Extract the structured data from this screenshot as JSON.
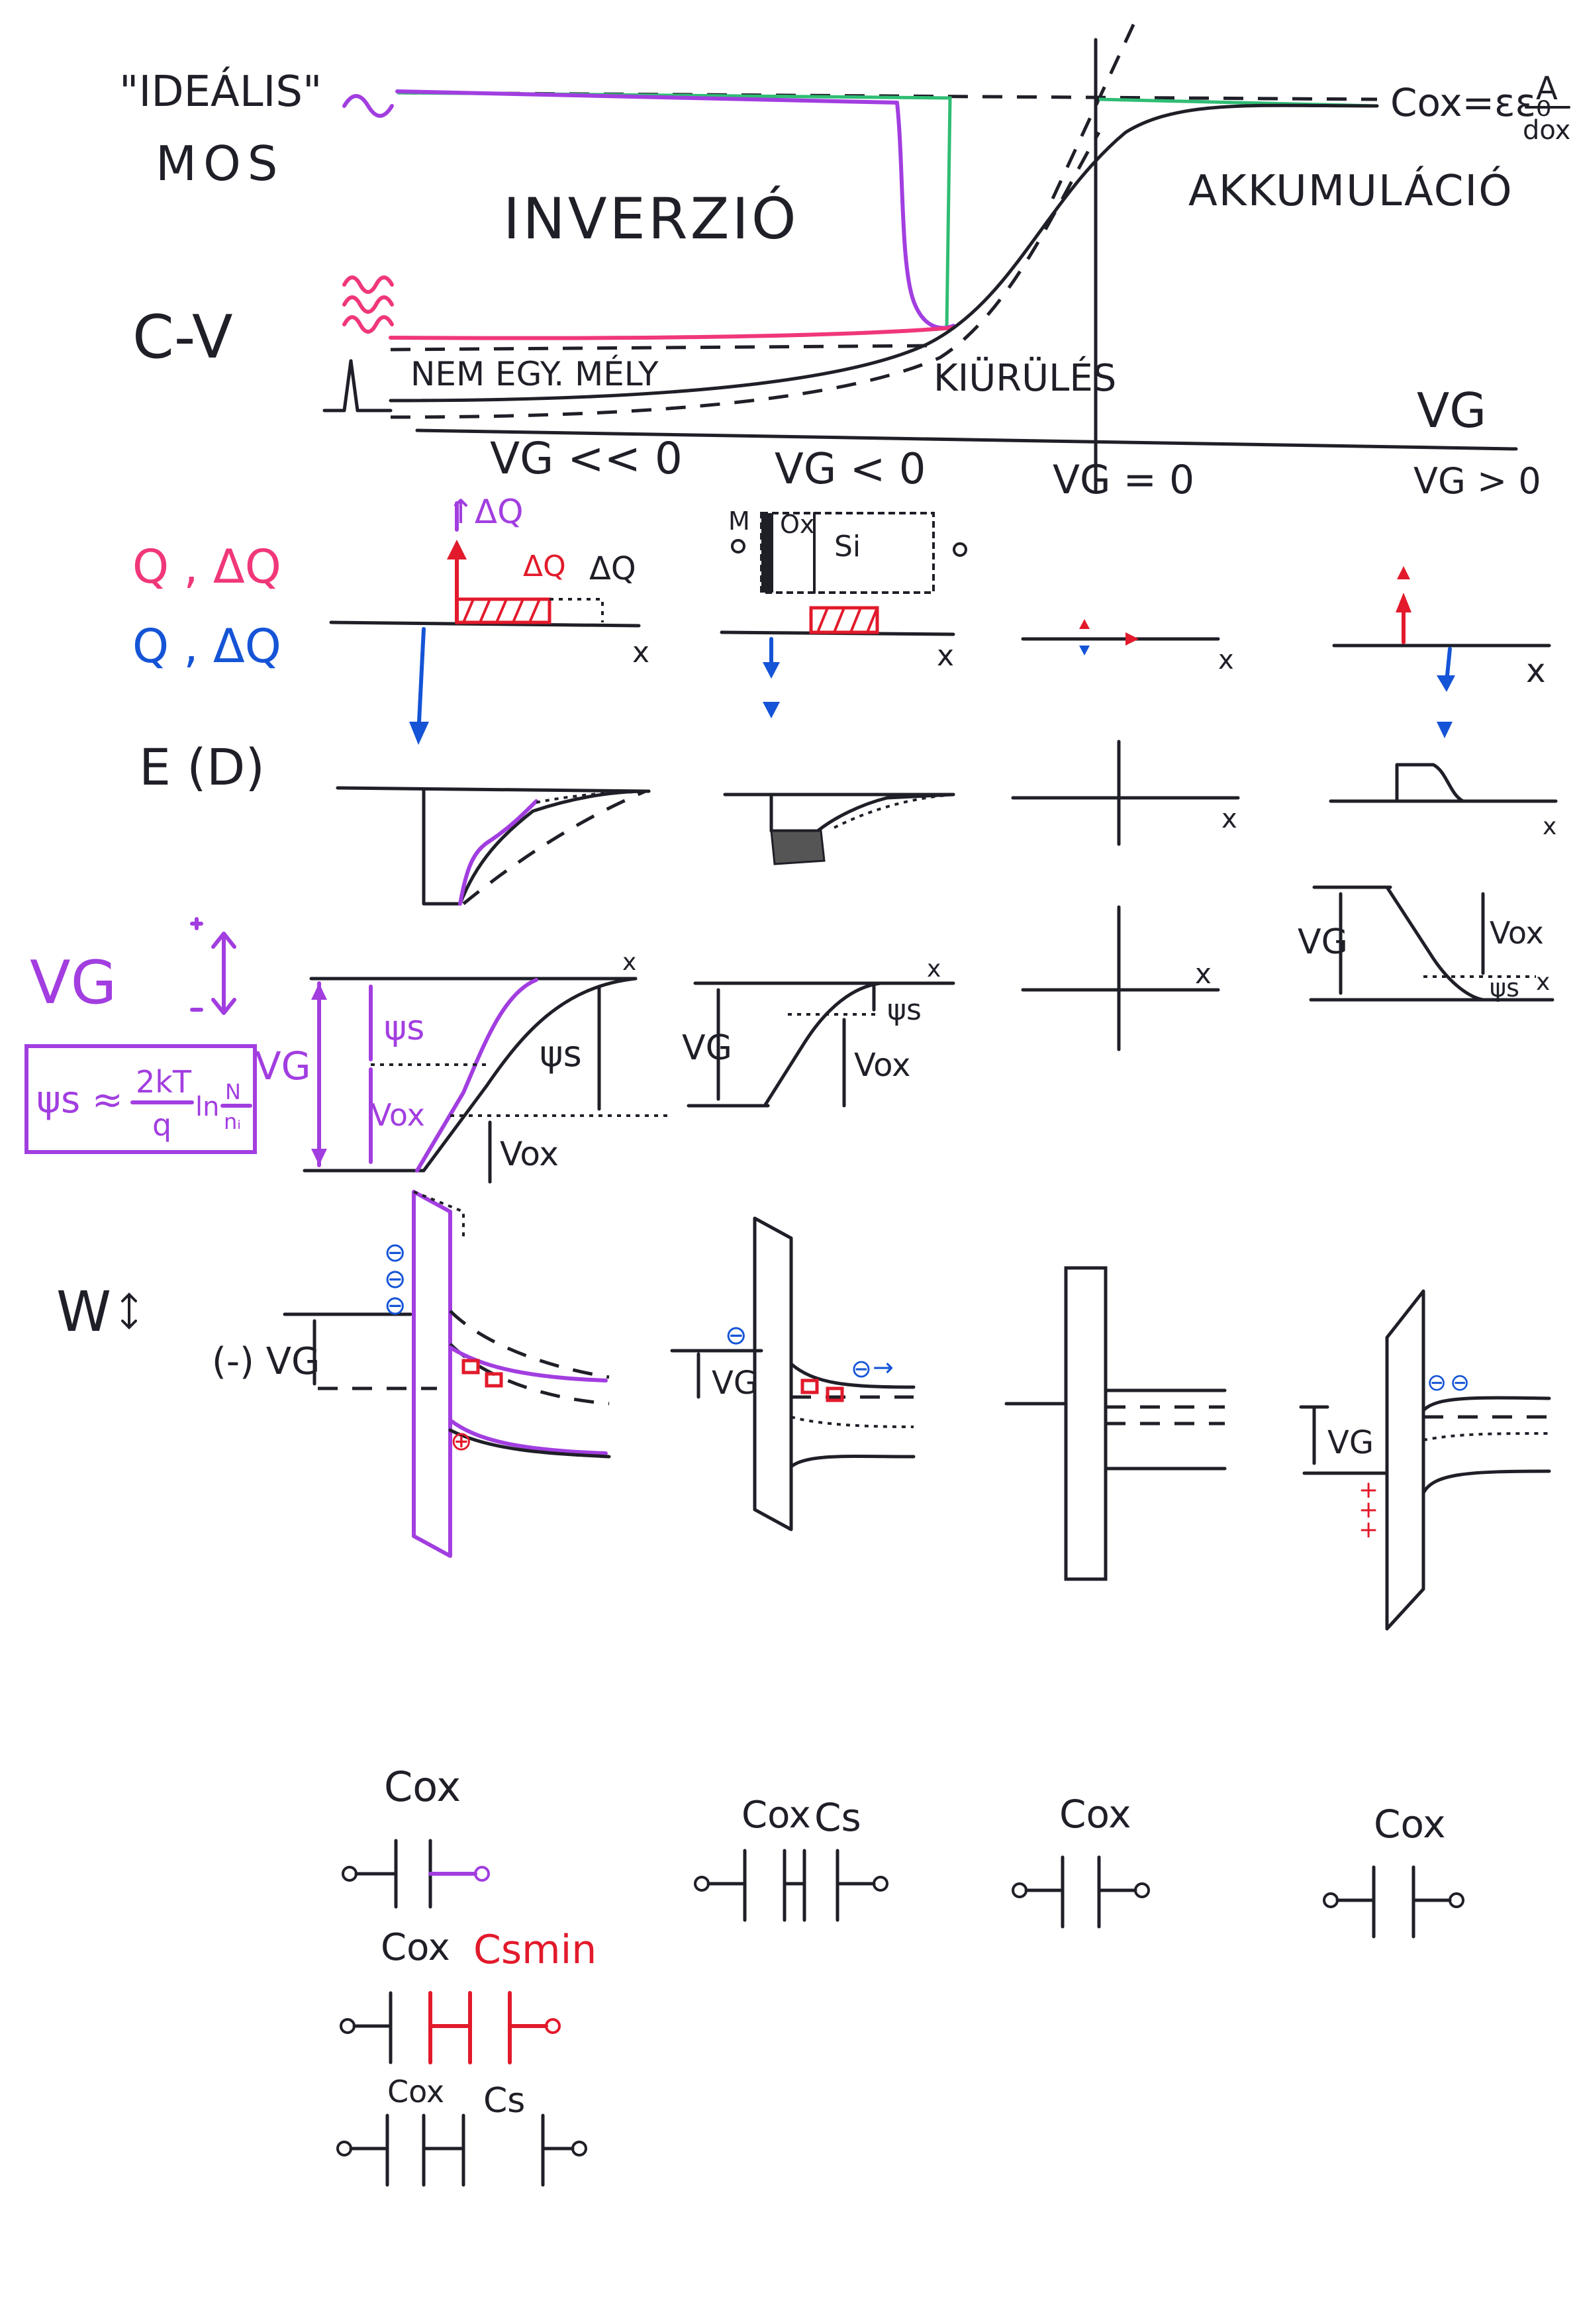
{
  "colors": {
    "ink": "#1f1f28",
    "purple": "#a23ee0",
    "pink": "#f0377a",
    "green": "#2fbd74",
    "red": "#e21a2b",
    "blue": "#1554d6"
  },
  "header": {
    "ideal": "\"IDEÁLIS\"",
    "mos": "MOS",
    "cv": "C-V"
  },
  "cv_plot": {
    "region_inversion": "INVERZIÓ",
    "region_accumulation": "AKKUMULÁCIÓ",
    "region_depletion": "KIÜRÜLÉS",
    "region_deep": "NEM EGY. MÉLY",
    "axis_label": "VG",
    "cox_formula_left": "Cox=εε₀",
    "cox_formula_num": "A",
    "cox_formula_den": "dox"
  },
  "columns": {
    "col1": "VG << 0",
    "col2": "VG < 0",
    "col3": "VG = 0",
    "col4": "VG > 0"
  },
  "row_labels": {
    "charge_red": "Q , ΔQ",
    "charge_blue": "Q , ΔQ",
    "field": "E  (D)",
    "voltage": "VG",
    "energy": "W"
  },
  "charge_row": {
    "dq_up": "↑ΔQ",
    "dq_red": "ΔQ",
    "dq_black": "ΔQ",
    "x": "x",
    "struct_m": "M",
    "struct_ox": "Ox",
    "struct_si": "Si"
  },
  "voltage_row": {
    "formula_lhs": "ψs ≈",
    "formula_num": "2kT",
    "formula_den": "q",
    "formula_ln": "ln",
    "formula_ratio_num": "N",
    "formula_ratio_den": "nᵢ",
    "vg": "VG",
    "psi_s": "ψs",
    "vox": "Vox",
    "x": "x"
  },
  "energy_row": {
    "neg_vg": "(-) VG",
    "vg": "VG",
    "electron": "⊖",
    "arrow": "→",
    "hole": "⊕",
    "plus": "+",
    "minus_signs": "⊖"
  },
  "capacitor_row": {
    "cox": "Cox",
    "cs": "Cs",
    "csmin": "Csmin"
  }
}
